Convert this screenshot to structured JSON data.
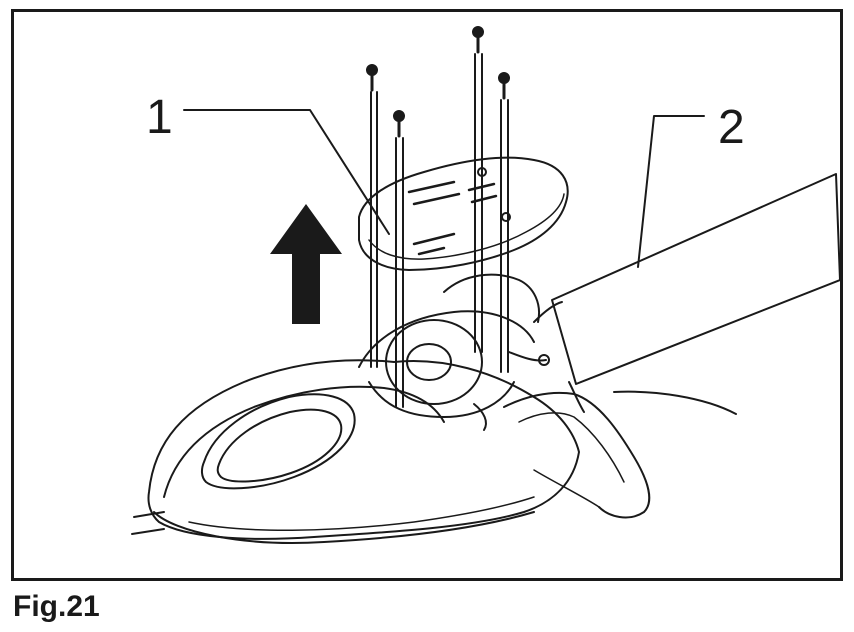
{
  "figure": {
    "caption": "Fig.21",
    "callouts": [
      {
        "id": "1",
        "label": "1"
      },
      {
        "id": "2",
        "label": "2"
      }
    ]
  },
  "colors": {
    "ink": "#1a1a1a",
    "paper": "#ffffff"
  }
}
